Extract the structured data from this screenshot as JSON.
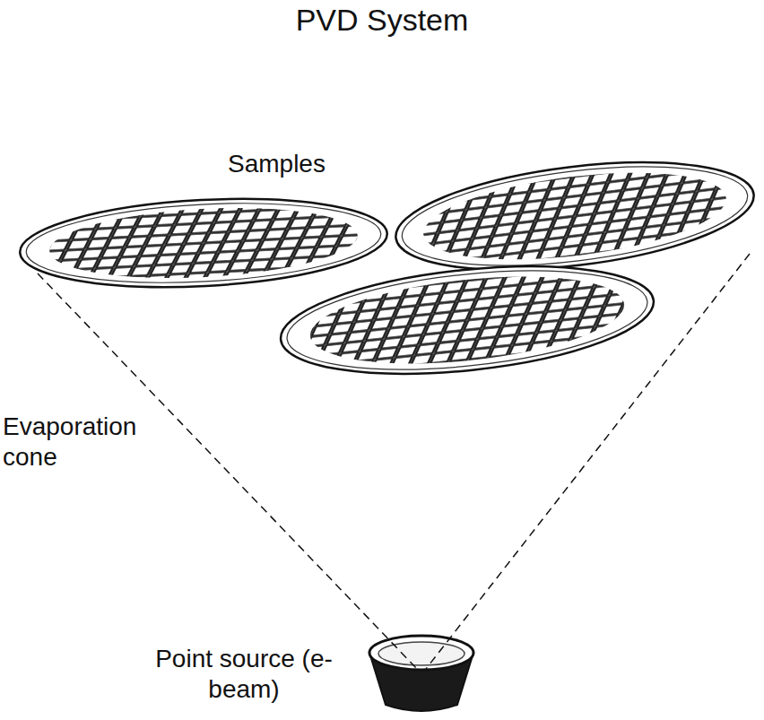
{
  "diagram": {
    "title": "PVD System",
    "labels": [
      "Samples",
      "Evaporation cone",
      "Point source (e-beam)"
    ]
  }
}
